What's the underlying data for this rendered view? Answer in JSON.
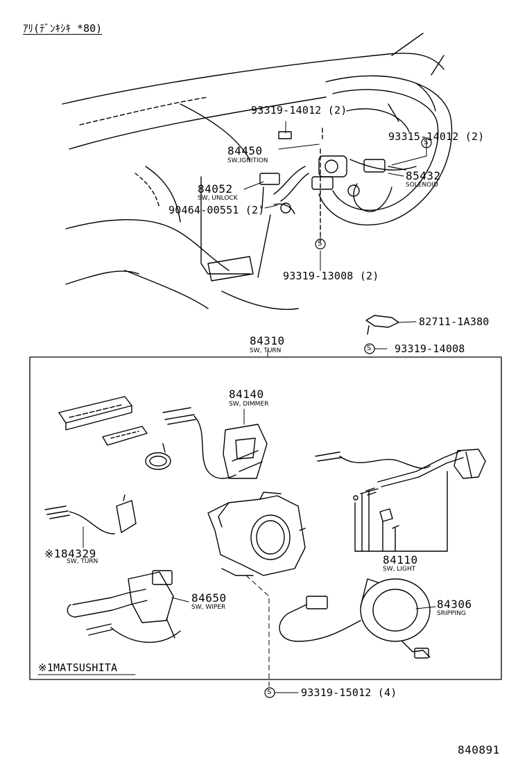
{
  "header": {
    "title": "ｱﾘ(ﾃﾞﾝｷｼｷ *80)"
  },
  "footer": {
    "figure_number": "840891"
  },
  "note": {
    "label": "※1MATSUSHITA"
  },
  "s_mark": "S",
  "parts": [
    {
      "id": "p93319_14012",
      "number": "93319-14012 (2)",
      "desc": ""
    },
    {
      "id": "p84450",
      "number": "84450",
      "desc": "SW,IGNITION"
    },
    {
      "id": "p84052",
      "number": "84052",
      "desc": "SW, UNLOCK"
    },
    {
      "id": "p90464",
      "number": "90464-00551 (2)",
      "desc": ""
    },
    {
      "id": "p93315",
      "number": "93315-14012 (2)",
      "desc": ""
    },
    {
      "id": "p85432",
      "number": "85432",
      "desc": "SOLENOID"
    },
    {
      "id": "p93319_13008",
      "number": "93319-13008 (2)",
      "desc": ""
    },
    {
      "id": "p82711",
      "number": "82711-1A380",
      "desc": ""
    },
    {
      "id": "p93319_14008",
      "number": "93319-14008",
      "desc": ""
    },
    {
      "id": "p84310",
      "number": "84310",
      "desc": "SW, TURN"
    },
    {
      "id": "p84140",
      "number": "84140",
      "desc": "SW, DIMMER"
    },
    {
      "id": "p84329",
      "number": "※184329",
      "desc": "SW, TURN"
    },
    {
      "id": "p84110",
      "number": "84110",
      "desc": "SW, LIGHT"
    },
    {
      "id": "p84650",
      "number": "84650",
      "desc": "SW, WIPER"
    },
    {
      "id": "p84306",
      "number": "84306",
      "desc": "SRIPPING"
    },
    {
      "id": "p93319_15012",
      "number": "93319-15012 (4)",
      "desc": ""
    }
  ]
}
